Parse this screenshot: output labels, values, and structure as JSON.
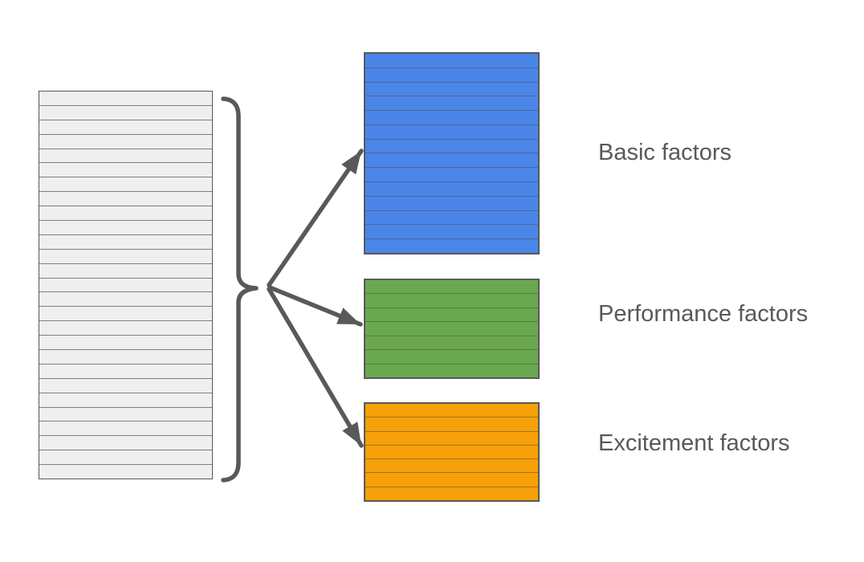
{
  "colors": {
    "background": "#ffffff",
    "connector": "#595959",
    "label_text": "#595959"
  },
  "source_box": {
    "name": "all-items",
    "rows": 27,
    "fill": "#efefef",
    "line": "#7f7f7f",
    "border": "#595959"
  },
  "targets": [
    {
      "id": "basic",
      "label": "Basic factors",
      "rows": 14,
      "fill": "#4a86e8",
      "line": "#4f6697",
      "border": "#595959"
    },
    {
      "id": "performance",
      "label": "Performance factors",
      "rows": 7,
      "fill": "#6aa84f",
      "line": "#5a7a48",
      "border": "#595959"
    },
    {
      "id": "excitement",
      "label": "Excitement factors",
      "rows": 7,
      "fill": "#f7a008",
      "line": "#9c7424",
      "border": "#595959"
    }
  ]
}
